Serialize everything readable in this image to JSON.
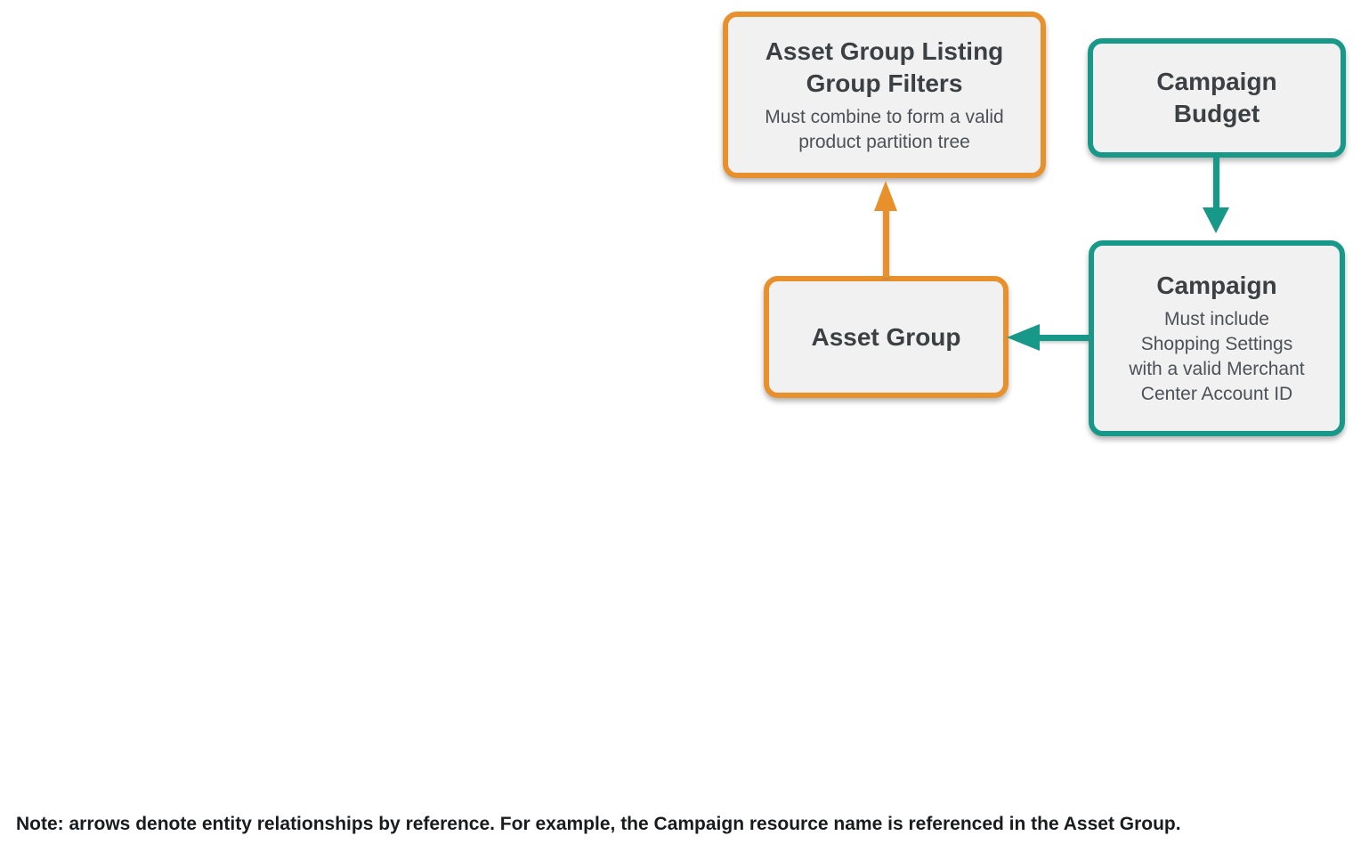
{
  "diagram": {
    "nodes": {
      "listing_group_filters": {
        "title": "Asset Group Listing\nGroup Filters",
        "subtitle": "Must combine to form a valid\nproduct partition tree",
        "accent_color": "#E8912C"
      },
      "campaign_budget": {
        "title": "Campaign\nBudget",
        "accent_color": "#189888"
      },
      "asset_group": {
        "title": "Asset Group",
        "accent_color": "#E8912C"
      },
      "campaign": {
        "title": "Campaign",
        "subtitle": "Must include\nShopping Settings\nwith a valid Merchant\nCenter Account ID",
        "accent_color": "#189888"
      }
    },
    "edges": [
      {
        "from": "asset_group",
        "to": "listing_group_filters",
        "direction": "up",
        "color": "#E8912C"
      },
      {
        "from": "campaign_budget",
        "to": "campaign",
        "direction": "down",
        "color": "#189888"
      },
      {
        "from": "campaign",
        "to": "asset_group",
        "direction": "left",
        "color": "#189888"
      }
    ],
    "colors": {
      "node_fill": "#F1F1F1",
      "title_text": "#3C4043",
      "subtitle_text": "#4D5156",
      "orange": "#E8912C",
      "teal": "#189888",
      "background": "#FFFFFF"
    }
  },
  "footer": {
    "note": "Note: arrows denote entity relationships by reference. For example, the Campaign resource name is referenced in the Asset Group."
  }
}
